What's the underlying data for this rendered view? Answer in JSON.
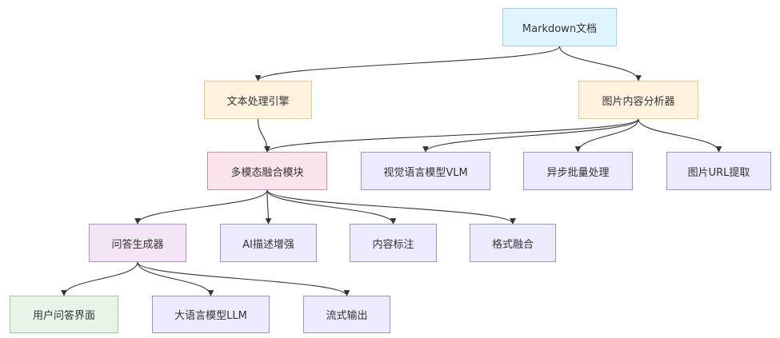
{
  "diagram": {
    "nodes": {
      "markdown_doc": "Markdown文档",
      "text_engine": "文本处理引擎",
      "image_analyzer": "图片内容分析器",
      "multimodal_fusion": "多模态融合模块",
      "vlm": "视觉语言模型VLM",
      "async_batch": "异步批量处理",
      "image_url_extract": "图片URL提取",
      "qa_generator": "问答生成器",
      "ai_desc_enhance": "AI描述增强",
      "content_annotation": "内容标注",
      "format_fusion": "格式融合",
      "user_qa_ui": "用户问答界面",
      "llm": "大语言模型LLM",
      "streaming_output": "流式输出"
    },
    "edges": [
      [
        "markdown_doc",
        "text_engine"
      ],
      [
        "markdown_doc",
        "image_analyzer"
      ],
      [
        "text_engine",
        "multimodal_fusion"
      ],
      [
        "image_analyzer",
        "multimodal_fusion"
      ],
      [
        "image_analyzer",
        "vlm"
      ],
      [
        "image_analyzer",
        "async_batch"
      ],
      [
        "image_analyzer",
        "image_url_extract"
      ],
      [
        "multimodal_fusion",
        "qa_generator"
      ],
      [
        "multimodal_fusion",
        "ai_desc_enhance"
      ],
      [
        "multimodal_fusion",
        "content_annotation"
      ],
      [
        "multimodal_fusion",
        "format_fusion"
      ],
      [
        "qa_generator",
        "user_qa_ui"
      ],
      [
        "qa_generator",
        "llm"
      ],
      [
        "qa_generator",
        "streaming_output"
      ]
    ],
    "colors": {
      "blue": "#e1f5fe",
      "orange": "#fff3e0",
      "pink": "#fce4ec",
      "purple": "#f3e5f5",
      "lavender": "#ececff",
      "green": "#e8f5e9",
      "edge": "#333333"
    }
  }
}
